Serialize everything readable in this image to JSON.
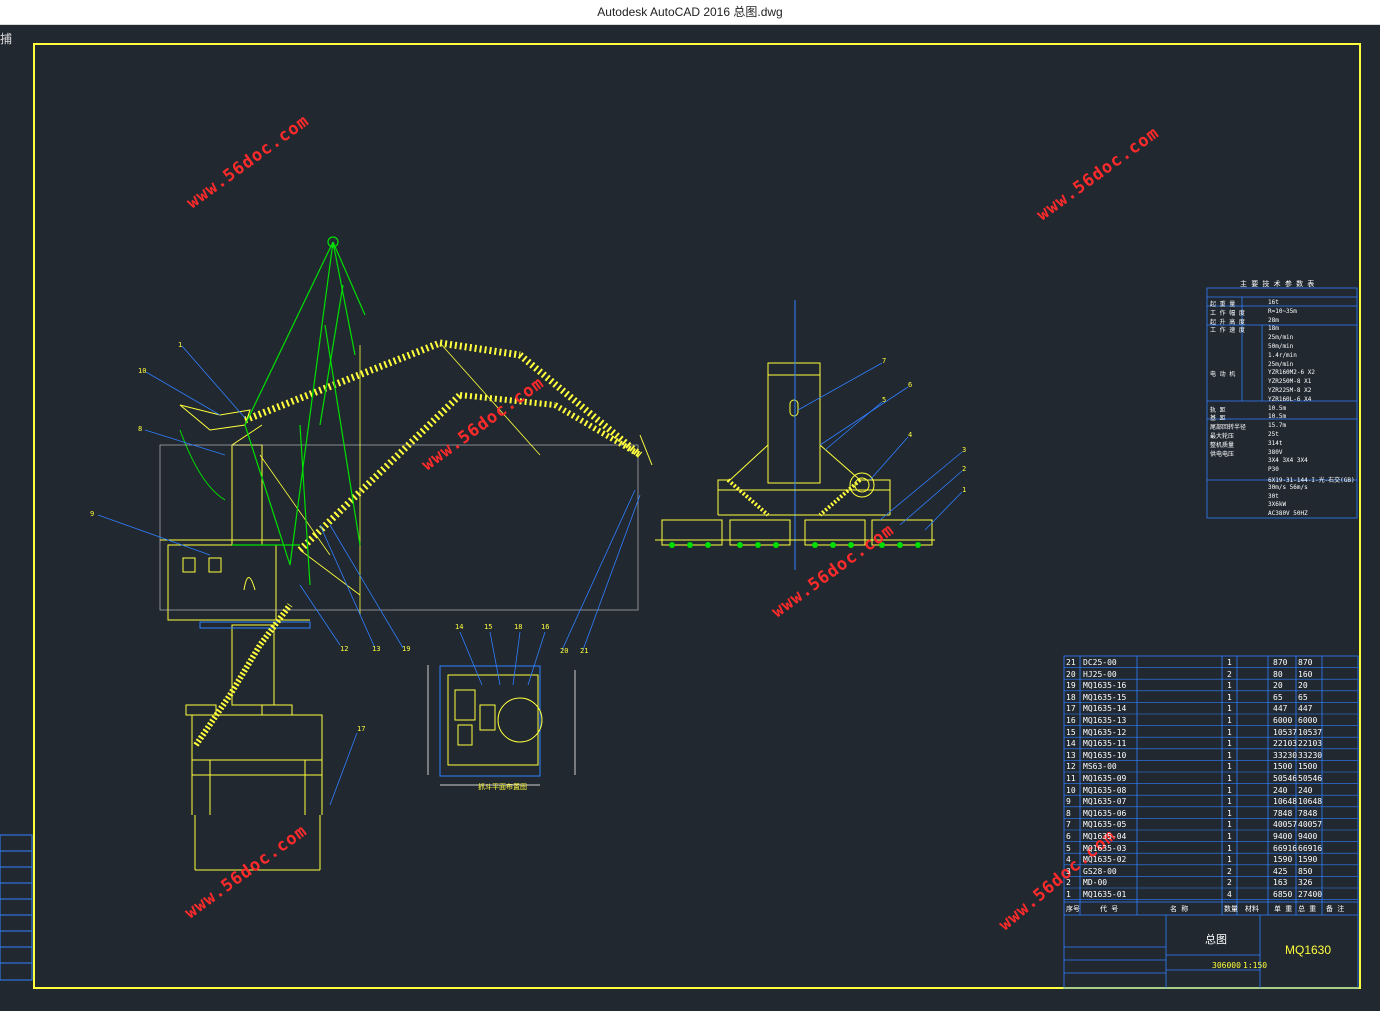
{
  "window": {
    "title": "Autodesk AutoCAD 2016    总图.dwg",
    "menu_glyph": "捕"
  },
  "colors": {
    "background": "#212830",
    "frame": "#ffff3c",
    "drawing": "#ffff3c",
    "boom": "#00e000",
    "leader": "#2f7fff",
    "table": "#2f7fff",
    "watermark": "#ff2b2b"
  },
  "watermarks": [
    "www.56doc.com",
    "www.56doc.com",
    "www.56doc.com",
    "www.56doc.com",
    "www.56doc.com",
    "www.56doc.com"
  ],
  "callouts_left": [
    "1",
    "10",
    "8",
    "9",
    "12",
    "13",
    "19",
    "17",
    "14",
    "15",
    "18",
    "16",
    "20",
    "21"
  ],
  "callouts_right": [
    "7",
    "6",
    "5",
    "4",
    "3",
    "2",
    "1"
  ],
  "drawing_label": "抓斗平面布置图",
  "params_title": "主 要 技 术 参 数 表",
  "params": [
    [
      "起 重 量",
      "16t"
    ],
    [
      "工 作 幅 度",
      "R=10~35m"
    ],
    [
      "起 升 高 度",
      "28m"
    ],
    [
      "工 作 速 度",
      "18m"
    ],
    [
      "",
      "25m/min"
    ],
    [
      "",
      "50m/min"
    ],
    [
      "",
      "1.4r/min"
    ],
    [
      "",
      "25m/min"
    ],
    [
      "电 动 机",
      "YZR160M2-6 X2"
    ],
    [
      "",
      "YZR250M-8 X1"
    ],
    [
      "",
      "YZR225M-8 X2"
    ],
    [
      "",
      "YZR160L-6 X4"
    ],
    [
      "轨 距",
      "10.5m"
    ],
    [
      "基 距",
      "10.5m"
    ],
    [
      "尾部回转半径",
      "15.7m"
    ],
    [
      "最大轮压",
      "25t"
    ],
    [
      "整机质量",
      "314t"
    ],
    [
      "供电电压",
      "380V"
    ],
    [
      "",
      "3X4   3X4   3X4"
    ],
    [
      "",
      "P30"
    ],
    [
      "",
      "6X19-31-144-I-光-右交(GB)"
    ],
    [
      "",
      "30m/s   56m/s"
    ],
    [
      "",
      "30t"
    ],
    [
      "",
      "3X6kW"
    ],
    [
      "",
      "AC380V  50HZ"
    ]
  ],
  "bom_rows": [
    [
      "21",
      "DC25-00",
      "",
      "1",
      "870",
      "870"
    ],
    [
      "20",
      "HJ25-00",
      "",
      "2",
      "80",
      "160"
    ],
    [
      "19",
      "MQ1635-16",
      "",
      "1",
      "20",
      "20"
    ],
    [
      "18",
      "MQ1635-15",
      "",
      "1",
      "65",
      "65"
    ],
    [
      "17",
      "MQ1635-14",
      "",
      "1",
      "447",
      "447"
    ],
    [
      "16",
      "MQ1635-13",
      "",
      "1",
      "6000",
      "6000"
    ],
    [
      "15",
      "MQ1635-12",
      "",
      "1",
      "10537",
      "10537"
    ],
    [
      "14",
      "MQ1635-11",
      "",
      "1",
      "22103",
      "22103"
    ],
    [
      "13",
      "MQ1635-10",
      "",
      "1",
      "33230",
      "33230"
    ],
    [
      "12",
      "MS63-00",
      "",
      "1",
      "1500",
      "1500"
    ],
    [
      "11",
      "MQ1635-09",
      "",
      "1",
      "50546",
      "50546"
    ],
    [
      "10",
      "MQ1635-08",
      "",
      "1",
      "240",
      "240"
    ],
    [
      "9",
      "MQ1635-07",
      "",
      "1",
      "10648",
      "10648"
    ],
    [
      "8",
      "MQ1635-06",
      "",
      "1",
      "7848",
      "7848"
    ],
    [
      "7",
      "MQ1635-05",
      "",
      "1",
      "40057",
      "40057"
    ],
    [
      "6",
      "MQ1635-04",
      "",
      "1",
      "9400",
      "9400"
    ],
    [
      "5",
      "MQ1635-03",
      "",
      "1",
      "66916",
      "66916"
    ],
    [
      "4",
      "MQ1635-02",
      "",
      "1",
      "1590",
      "1590"
    ],
    [
      "3",
      "GS28-00",
      "",
      "2",
      "425",
      "850"
    ],
    [
      "2",
      "MD-00",
      "",
      "2",
      "163",
      "326"
    ],
    [
      "1",
      "MQ1635-01",
      "",
      "4",
      "6850",
      "27400"
    ]
  ],
  "bom_header": [
    "序号",
    "代 号",
    "名 称",
    "数量",
    "材料",
    "单 重",
    "总 重",
    "备 注"
  ],
  "title_block": {
    "drawing_no": "MQ1630",
    "name": "总图",
    "scale": "1:150",
    "weight": "306000"
  }
}
